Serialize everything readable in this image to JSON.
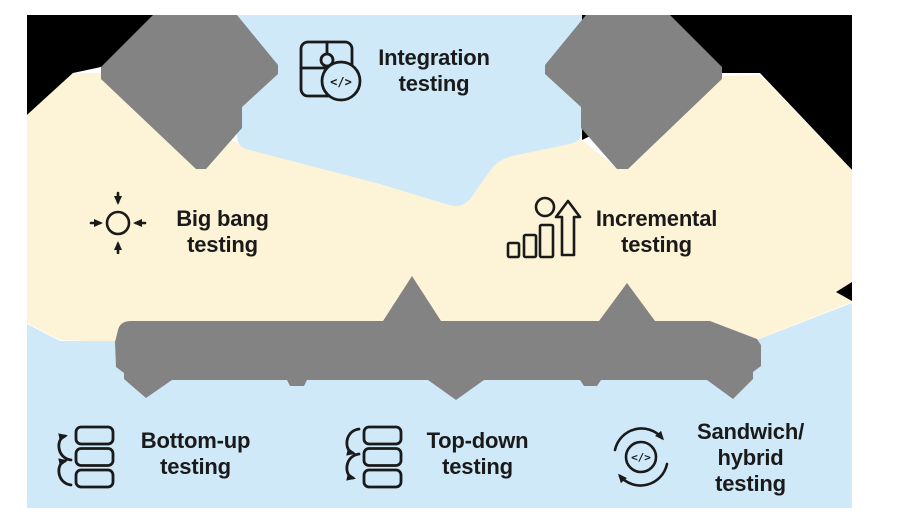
{
  "colors": {
    "page_background": "#ffffff",
    "backdrop": "#000000",
    "top_band": "#cfe9f8",
    "middle_band": "#fdf3d6",
    "bottom_band": "#cfe9f8",
    "arrow_gray": "#838383",
    "text_ink": "#1a1a1a"
  },
  "glyphs": {
    "code": "</>"
  },
  "nodes": {
    "integration": {
      "label": "Integration\ntesting",
      "icon": "puzzle-code-icon",
      "band": "top"
    },
    "big_bang": {
      "label": "Big bang\ntesting",
      "icon": "converging-arrows-icon",
      "band": "middle"
    },
    "incremental": {
      "label": "Incremental\ntesting",
      "icon": "growth-bars-icon",
      "band": "middle"
    },
    "bottom_up": {
      "label": "Bottom-up\ntesting",
      "icon": "stack-arrows-up-icon",
      "band": "bottom"
    },
    "top_down": {
      "label": "Top-down\ntesting",
      "icon": "stack-arrows-down-icon",
      "band": "bottom"
    },
    "sandwich": {
      "label": "Sandwich/\nhybrid\ntesting",
      "icon": "cycle-code-icon",
      "band": "bottom"
    }
  }
}
